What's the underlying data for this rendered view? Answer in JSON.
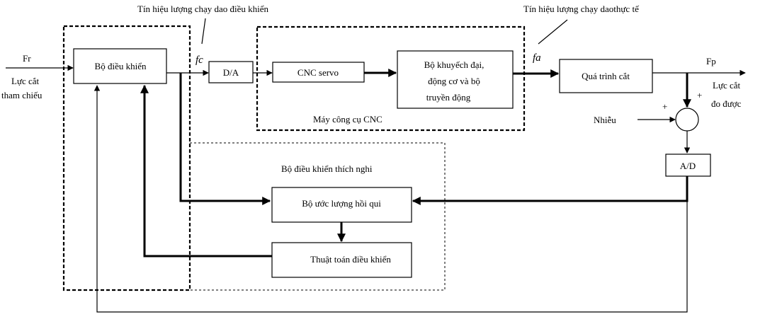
{
  "annotations": {
    "command_feed_signal": "Tín hiệu lượng chạy dao điều khiển",
    "actual_feed_signal": "Tín hiệu lượng chạy daothực tế"
  },
  "inputs": {
    "reference_symbol": "Fr",
    "reference_label_line1": "Lực cắt",
    "reference_label_line2": "tham chiếu"
  },
  "outputs": {
    "measured_symbol": "Fp",
    "measured_label_line1": "Lực cắt",
    "measured_label_line2": "đo được"
  },
  "signals": {
    "fc": "fc",
    "fa": "fa"
  },
  "blocks": {
    "controller": "Bộ điều khiển",
    "da": "D/A",
    "cnc_servo": "CNC  servo",
    "amplifier_line1": "Bộ khuyếch đại,",
    "amplifier_line2": "động cơ và bộ",
    "amplifier_line3": "truyền động",
    "cutting_process": "Quá trình cắt",
    "ad": "A/D",
    "regression_estimator": "Bộ ước lượng hồi qui",
    "control_algorithm": "Thuật toán điều khiển"
  },
  "groups": {
    "cnc_machine": "Máy công cụ CNC",
    "adaptive_controller": "Bộ điều khiển thích nghi"
  },
  "disturbance": {
    "label": "Nhiễu",
    "sign_disturbance": "+",
    "sign_output": "+"
  }
}
